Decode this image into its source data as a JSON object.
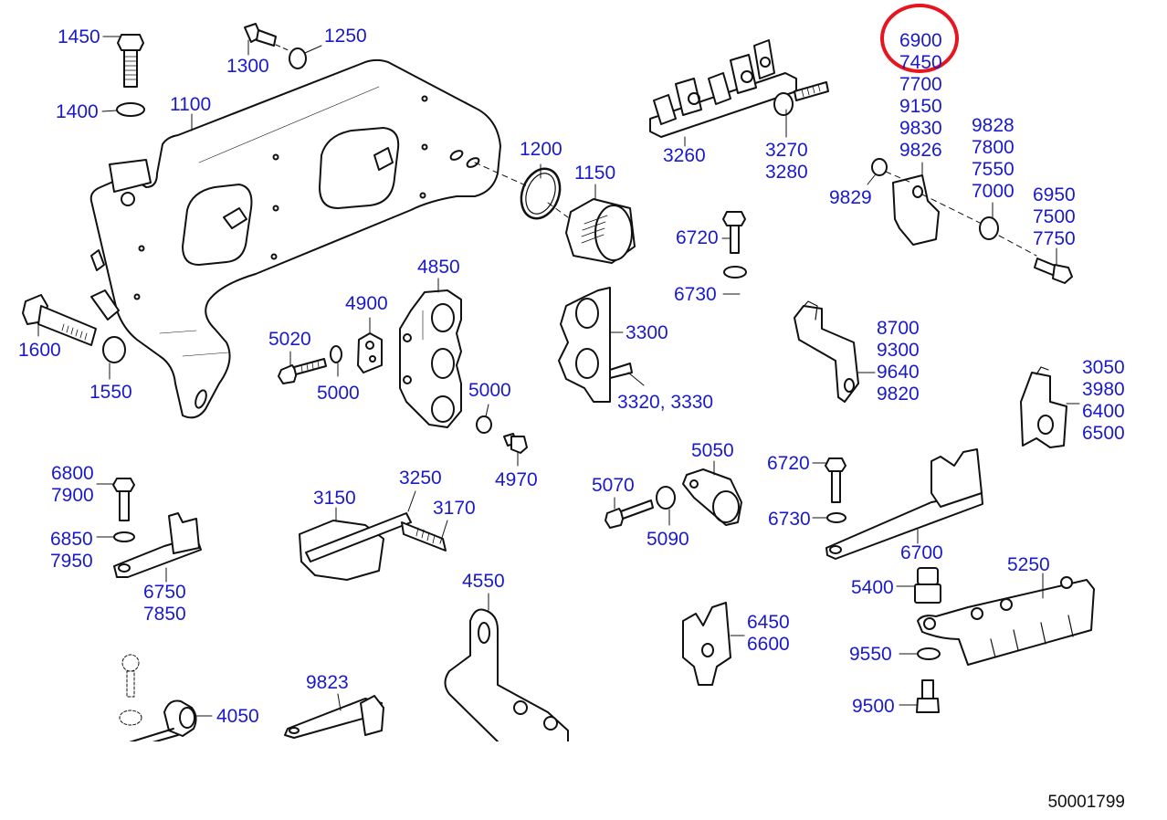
{
  "diagram": {
    "document_number": "50001799",
    "label_color": "#1a1acc",
    "highlight_color": "#e8141e",
    "highlighted_callout": [
      "6900",
      "7450"
    ],
    "callouts": {
      "c1450": "1450",
      "c1400": "1400",
      "c1300": "1300",
      "c1250": "1250",
      "c1100": "1100",
      "c1200": "1200",
      "c1150": "1150",
      "c1600": "1600",
      "c1550": "1550",
      "c3260": "3260",
      "c3270": "3270",
      "c3280": "3280",
      "group_6900": [
        "6900",
        "7450",
        "7700",
        "9150",
        "9830",
        "9826"
      ],
      "c9829": "9829",
      "group_9828": [
        "9828",
        "7800",
        "7550",
        "7000"
      ],
      "group_6950": [
        "6950",
        "7500",
        "7750"
      ],
      "c6720a": "6720",
      "c6730a": "6730",
      "c4850": "4850",
      "c4900": "4900",
      "c5020": "5020",
      "c5000a": "5000",
      "c5000b": "5000",
      "c4970": "4970",
      "c3300": "3300",
      "c3320": "3320, 3330",
      "group_8700": [
        "8700",
        "9300",
        "9640",
        "9820"
      ],
      "group_3050": [
        "3050",
        "3980",
        "6400",
        "6500"
      ],
      "group_6800": [
        "6800",
        "7900"
      ],
      "group_6850": [
        "6850",
        "7950"
      ],
      "group_6750": [
        "6750",
        "7850"
      ],
      "c3150": "3150",
      "c3250": "3250",
      "c3170": "3170",
      "c5070": "5070",
      "c5090": "5090",
      "c5050": "5050",
      "c6720b": "6720",
      "c6730b": "6730",
      "c6700": "6700",
      "c4550": "4550",
      "c5400": "5400",
      "c5250": "5250",
      "group_6450": [
        "6450",
        "6600"
      ],
      "c9550": "9550",
      "c9500": "9500",
      "c9823": "9823",
      "c4050": "4050"
    }
  }
}
